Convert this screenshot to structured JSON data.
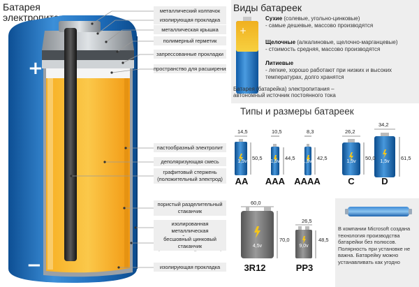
{
  "title": "Батарея\nэлектропитания",
  "callouts": [
    "металлический колпачок",
    "изолирующая прокладка",
    "металлическая крышка",
    "полимерный герметик",
    "запрессованные прокладки",
    "пространство для расширения",
    "пастообразный электролит",
    "деполяризующая смесь",
    "графитовый стержень\n(положительный электрод)",
    "пористый разделительный\nстаканчик",
    "изолированная металлическая\nоболочка",
    "бесшовный цинковый стаканчик\n(отрицательный электрод)",
    "изолирующая прокладка"
  ],
  "battery_signs": {
    "plus": "+",
    "minus": "−"
  },
  "types": {
    "title": "Виды батареек",
    "items": [
      {
        "name": "Сухие",
        "name_suffix": " (солевые, угольно-цинковые)",
        "desc": "- самые дешевые, массово производятся"
      },
      {
        "name": "Щелочные",
        "name_suffix": " (алкалиновые, щелочно-марганцевые)",
        "desc": "- стоимость средняя, массово производятся"
      },
      {
        "name": "Литиевые",
        "name_suffix": "",
        "desc": "- легкие, хорошо работают при низких и высоких температурах, долго хранятся"
      }
    ],
    "footer": "Батарея (батарейка) электропитания –\nавтономный источник постоянного тока"
  },
  "sizes": {
    "title": "Типы и размеры батареек",
    "batteries": [
      {
        "name": "AA",
        "width": "14,5",
        "height": "50,5",
        "voltage": "1,5v"
      },
      {
        "name": "AAA",
        "width": "10,5",
        "height": "44,5",
        "voltage": "1,5v"
      },
      {
        "name": "AAAA",
        "width": "8,3",
        "height": "42,5",
        "voltage": "1,5v"
      },
      {
        "name": "C",
        "width": "26,2",
        "height": "50,0",
        "voltage": "1,5v"
      },
      {
        "name": "D",
        "width": "34,2",
        "height": "61,5",
        "voltage": "1,5v"
      },
      {
        "name": "3R12",
        "width": "60,0",
        "height": "70,0",
        "voltage": "4,5v"
      },
      {
        "name": "PP3",
        "width": "26,5",
        "height": "48,5",
        "voltage": "9,0v"
      }
    ]
  },
  "microsoft_note": "В компании Microsoft создана технология производства батарейки без полюсов. Полярность при установке не важна. Батарейку можно устанавливать как угодно",
  "colors": {
    "battery_blue": "#1f6fb8",
    "cross_section_orange": "#f4a41a",
    "box_gray": "#eeeeee",
    "leader_line": "#9a9a9a"
  }
}
